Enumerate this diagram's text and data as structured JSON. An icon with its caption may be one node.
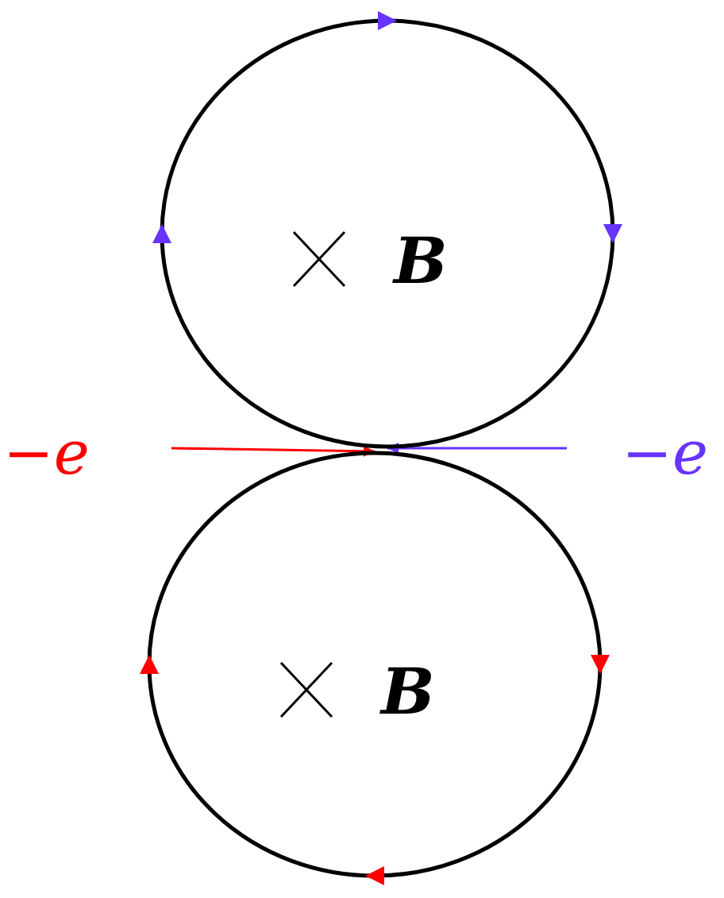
{
  "diagram": {
    "nodes": [
      {
        "text": [
          "B"
        ]
      },
      {
        "text": [
          "B"
        ]
      },
      {
        "text": [
          "−e"
        ]
      },
      {
        "text": [
          "−e"
        ]
      }
    ],
    "edges": [
      {
        "from": 2,
        "to": 1,
        "arrow": "to",
        "color": "#ff0000"
      },
      {
        "from": 3,
        "to": 0,
        "arrow": "to",
        "color": "#6633ff"
      }
    ]
  }
}
